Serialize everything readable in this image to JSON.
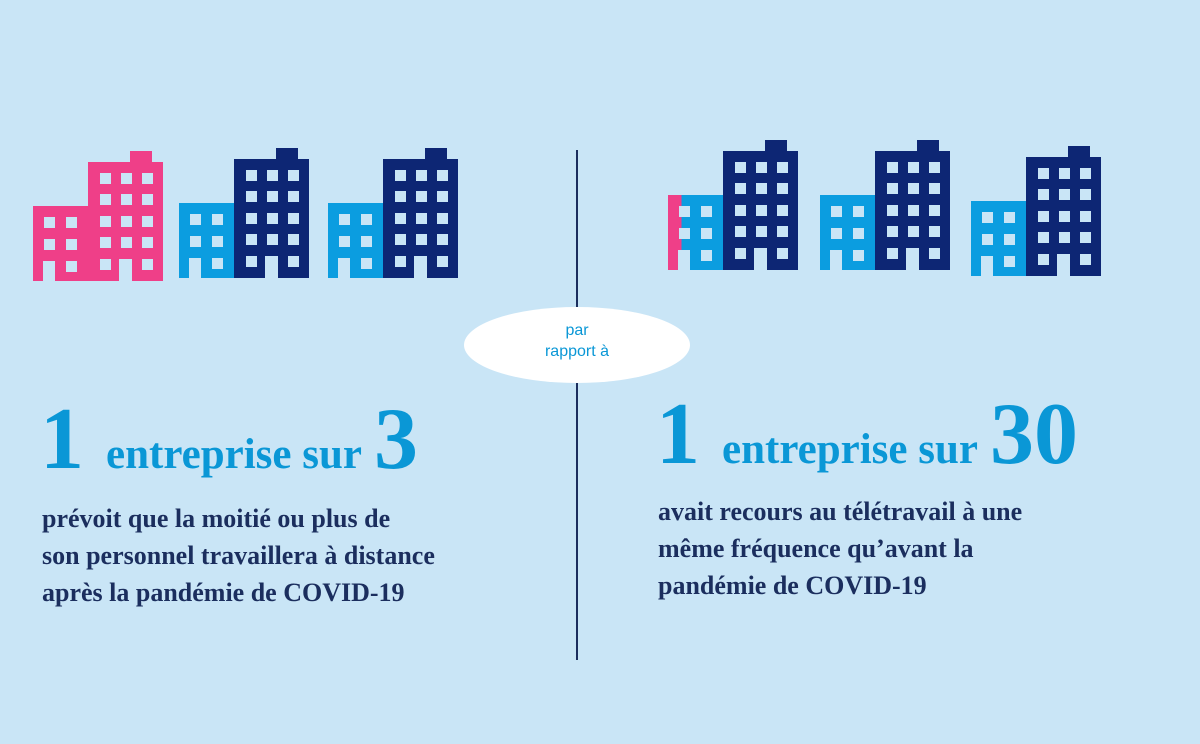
{
  "colors": {
    "highlight": "#ef3f88",
    "light_building": "#0b9de0",
    "dark_building": "#0d2674",
    "accent": "#0a97d6",
    "text": "#1b2e5e",
    "background": "#c9e5f6"
  },
  "left": {
    "highlight_fraction": 0.3333,
    "building_count": 3,
    "numerator": "1",
    "phrase": "entreprise sur",
    "denominator": "3",
    "lines": [
      "prévoit que la moitié ou plus de",
      "son personnel travaillera à distance",
      "après la pandémie de COVID-19"
    ]
  },
  "comparison": {
    "line1": "par",
    "line2": "rapport à"
  },
  "right": {
    "highlight_fraction": 0.0333,
    "building_count": 3,
    "numerator": "1",
    "phrase": "entreprise sur",
    "denominator": "30",
    "lines": [
      "avait recours au télétravail à une",
      "même fréquence qu’avant la",
      "pandémie de COVID-19"
    ]
  }
}
